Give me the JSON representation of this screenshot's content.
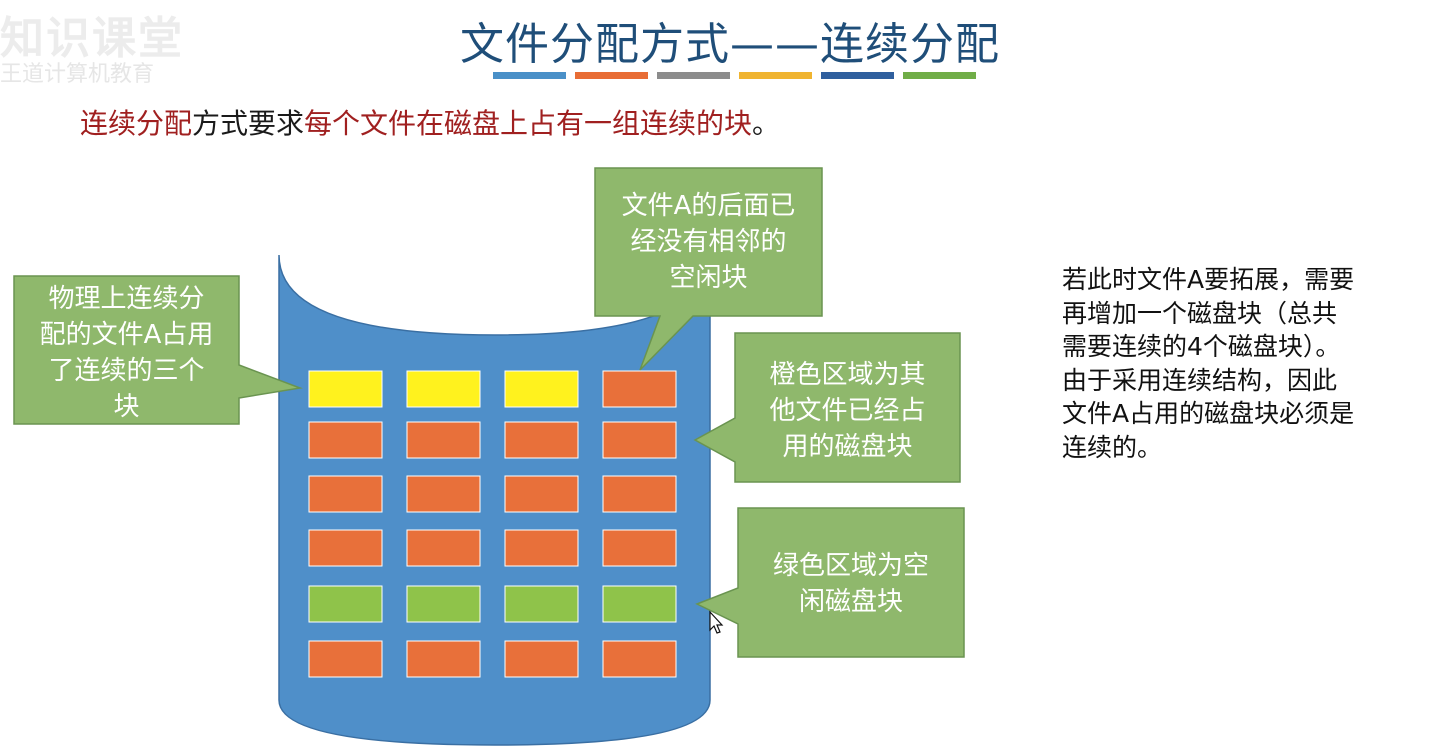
{
  "watermark": {
    "line1": "知识课堂",
    "line2": "王道计算机教育"
  },
  "title": "文件分配方式——连续分配",
  "title_bar_colors": [
    "#4a90c8",
    "#e86d35",
    "#8c8c8c",
    "#f0b430",
    "#2f5f9e",
    "#70ad47"
  ],
  "intro": {
    "part1": "连续分配",
    "part2": "方式要求",
    "part3": "每个文件在磁盘上占有一组连续的块",
    "part4": "。"
  },
  "callouts": {
    "physical": "物理上连续分\n配的文件A占用\n了连续的三个\n块",
    "after_a": "文件A的后面已\n经没有相邻的\n空闲块",
    "orange": "橙色区域为其\n他文件已经占\n用的磁盘块",
    "green": "绿色区域为空\n闲磁盘块"
  },
  "side_note": "若此时文件A要拓展，需要\n再增加一个磁盘块（总共\n需要连续的4个磁盘块）。\n由于采用连续结构，因此\n文件A占用的磁盘块必须是\n连续的。",
  "disk_grid": {
    "rows": [
      [
        "yellow",
        "yellow",
        "yellow",
        "orange"
      ],
      [
        "orange",
        "orange",
        "orange",
        "orange"
      ],
      [
        "orange",
        "orange",
        "orange",
        "orange"
      ],
      [
        "orange",
        "orange",
        "orange",
        "orange"
      ],
      [
        "green",
        "green",
        "green",
        "green"
      ],
      [
        "orange",
        "orange",
        "orange",
        "orange"
      ]
    ]
  },
  "colors": {
    "yellow": "#fff21e",
    "orange": "#e8703a",
    "green": "#8fc34a",
    "disk": "#4f8fc9",
    "callout": "#8fb86c",
    "callout_border": "#6a9450"
  }
}
